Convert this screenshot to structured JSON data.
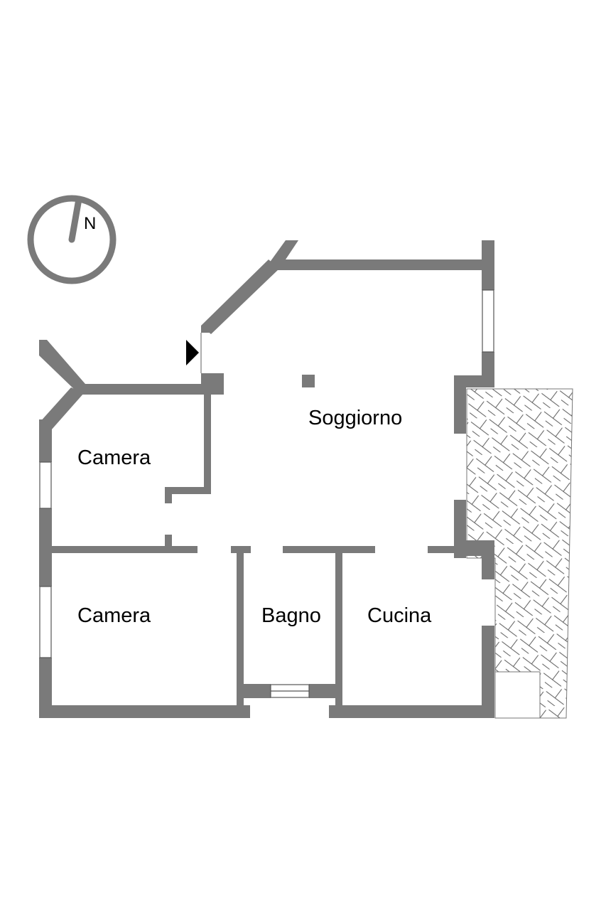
{
  "compass": {
    "label": "N",
    "icon": "north-compass-icon"
  },
  "rooms": {
    "soggiorno": "Soggiorno",
    "camera_top": "Camera",
    "camera_bottom": "Camera",
    "bagno": "Bagno",
    "cucina": "Cucina"
  },
  "colors": {
    "wall": "#7a7a7a",
    "hatch": "#555555",
    "background": "#ffffff"
  },
  "icons": {
    "entrance": "entrance-arrow-icon",
    "terrace": "terrace-hatch-pattern"
  }
}
